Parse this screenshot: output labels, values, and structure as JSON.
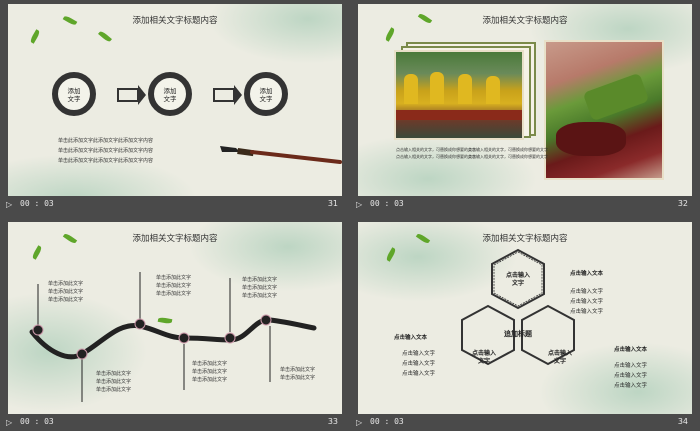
{
  "slides": [
    {
      "title": "添加相关文字标题内容",
      "time": "00 : 03",
      "number": "31",
      "circle_label": "添加\n文字",
      "body_lines": [
        "单击此添加文字此添加文字此添加文字内容",
        "单击此添加文字此添加文字此添加文字内容",
        "单击此添加文字此添加文字此添加文字内容"
      ]
    },
    {
      "title": "添加相关文字标题内容",
      "time": "00 : 03",
      "number": "32",
      "caption_left": "点击输入相关的文字，可替换成你想要的文字",
      "caption_right": "点击输入相关的文字，可替换成你想要的文字"
    },
    {
      "title": "添加相关文字标题内容",
      "time": "00 : 03",
      "number": "33",
      "line_text": "单击添加此文字"
    },
    {
      "title": "添加相关文字标题内容",
      "time": "00 : 03",
      "number": "34",
      "hex_top": "点击输入\n文字",
      "hex_center": "追加标题",
      "hex_left": "点击输入\n文字",
      "hex_right": "点击输入\n文字",
      "side_heading": "点击输入文本",
      "side_item": "点击输入文字"
    }
  ],
  "colors": {
    "background": "#4a4a4a",
    "slide": "#ecece2",
    "ink": "#333333",
    "leaf": "#5fa62a"
  },
  "icons": {
    "play": "play-icon"
  }
}
